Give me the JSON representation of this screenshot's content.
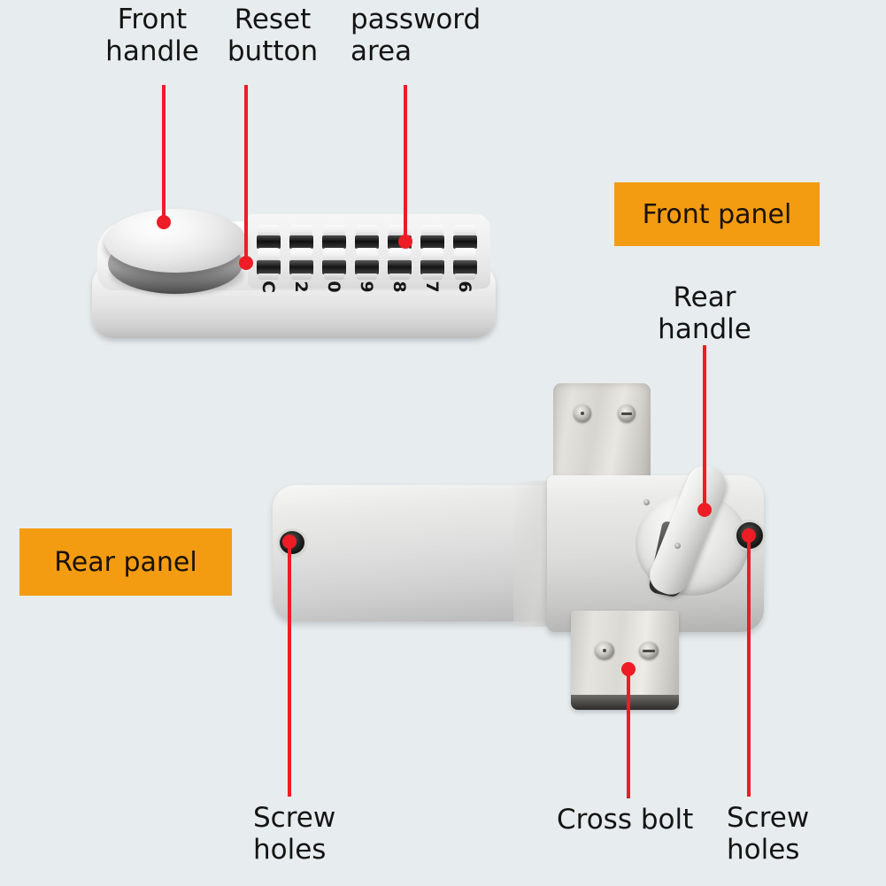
{
  "page": {
    "title": "Mechanical combination door lock parts diagram",
    "background_color": "#e7ecee",
    "accent_color": "#ee1c24",
    "badge_color": "#f39c12",
    "text_color": "#141414"
  },
  "badges": [
    {
      "name": "front-panel-badge",
      "label": "Front panel"
    },
    {
      "name": "rear-panel-badge",
      "label": "Rear panel"
    }
  ],
  "callouts": [
    {
      "name": "front-handle",
      "label": "Front\nhandle"
    },
    {
      "name": "reset-button",
      "label": "Reset\nbutton"
    },
    {
      "name": "password-area",
      "label": "password\narea"
    },
    {
      "name": "rear-handle",
      "label": "Rear\nhandle"
    },
    {
      "name": "screw-holes-left",
      "label": "Screw\nholes"
    },
    {
      "name": "cross-bolt",
      "label": "Cross bolt"
    },
    {
      "name": "screw-holes-right",
      "label": "Screw\nholes"
    }
  ],
  "front_panel": {
    "keypad": {
      "buttons": [
        {
          "label": "C"
        },
        {
          "label": "2"
        },
        {
          "label": "0"
        },
        {
          "label": "9"
        },
        {
          "label": "8"
        },
        {
          "label": "7"
        },
        {
          "label": "6"
        }
      ]
    }
  }
}
